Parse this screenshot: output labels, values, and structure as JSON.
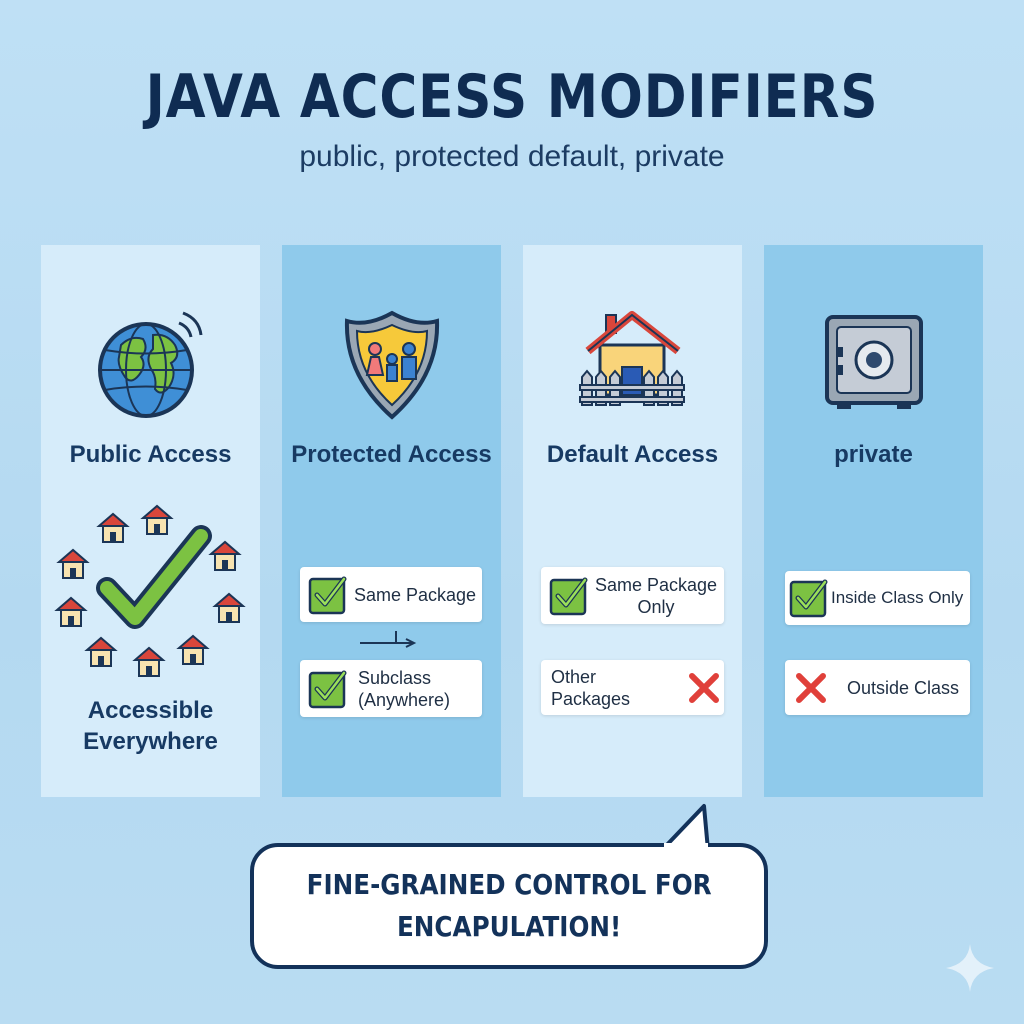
{
  "header": {
    "title": "JAVA ACCESS MODIFIERS",
    "subtitle": "public, protected default, private"
  },
  "columns": [
    {
      "title": "Public Access",
      "icon": "globe-icon",
      "caption_line1": "Accessible",
      "caption_line2": "Everywhere"
    },
    {
      "title": "Protected Access",
      "icon": "shield-family-icon",
      "cards": [
        {
          "check": true,
          "line1": "Same Package",
          "line2": ""
        },
        {
          "check": true,
          "line1": "Subclass",
          "line2": "(Anywhere)"
        }
      ]
    },
    {
      "title": "Default Access",
      "icon": "house-fence-icon",
      "cards": [
        {
          "check": true,
          "line1": "Same Package",
          "line2": "Only"
        },
        {
          "check": false,
          "line1": "Other Packages",
          "line2": ""
        }
      ]
    },
    {
      "title": "private",
      "icon": "safe-icon",
      "cards": [
        {
          "check": true,
          "line1": "Inside Class Only",
          "line2": ""
        },
        {
          "check": false,
          "line1": "Outside Class",
          "line2": ""
        }
      ]
    }
  ],
  "callout": {
    "line1": "FINE-GRAINED CONTROL FOR",
    "line2": "ENCAPULATION!"
  },
  "colors": {
    "check_green": "#6cbf3f",
    "cross_red": "#e0403a",
    "navy": "#13325a"
  }
}
